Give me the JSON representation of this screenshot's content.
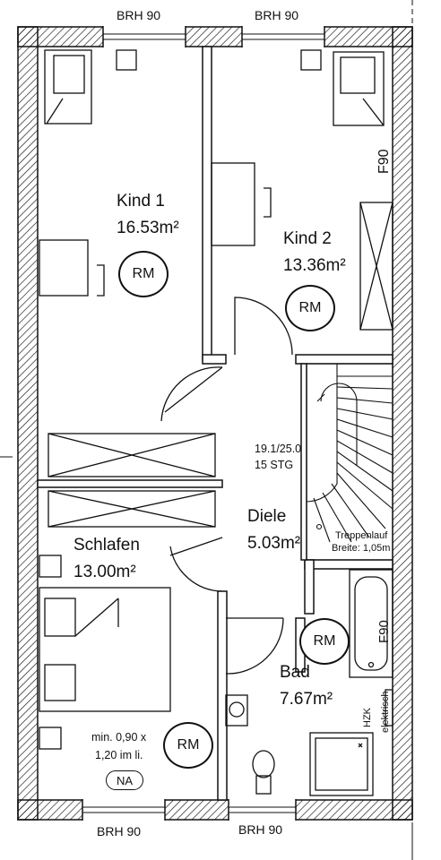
{
  "windows": {
    "top_left": "BRH 90",
    "top_right": "BRH 90",
    "bottom_left": "BRH 90",
    "bottom_right": "BRH 90"
  },
  "rooms": {
    "kind1": {
      "name": "Kind 1",
      "area": "16.53m²",
      "tag": "RM"
    },
    "kind2": {
      "name": "Kind 2",
      "area": "13.36m²",
      "tag": "RM",
      "door_label": "F90"
    },
    "diele": {
      "name": "Diele",
      "area": "5.03m²"
    },
    "schlafen": {
      "name": "Schlafen",
      "area": "13.00m²",
      "tag": "RM",
      "note_line1": "min. 0,90 x",
      "note_line2": "1,20 im li.",
      "na": "NA"
    },
    "bad": {
      "name": "Bad",
      "area": "7.67m²",
      "tag": "RM",
      "tub_label": "F90",
      "hzk": "HZK",
      "elektrisch": "elektrisch"
    }
  },
  "stair": {
    "ratio": "19.1/25.0",
    "steps": "15 STG",
    "run_line1": "Treppenlauf",
    "run_line2": "Breite: 1,05m"
  }
}
